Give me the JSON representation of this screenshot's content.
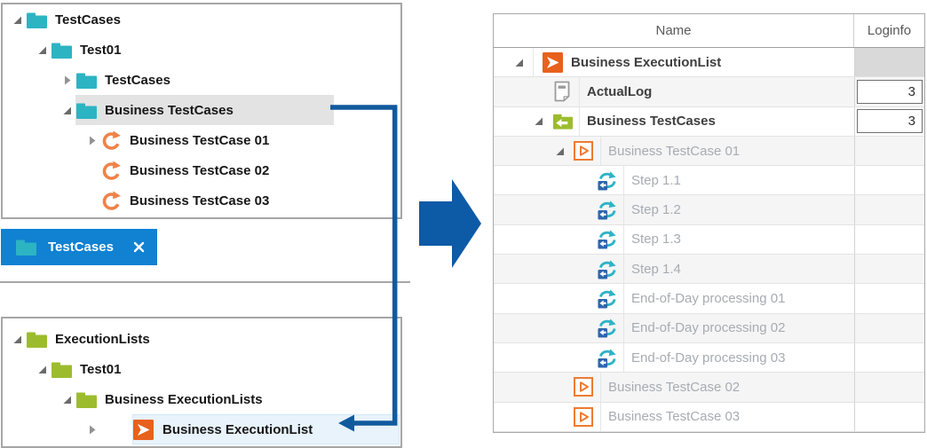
{
  "colors": {
    "folder_teal": "#2cb4c3",
    "folder_green": "#9cbc2e",
    "executionlist_orange": "#e8611c",
    "testcase_outline_orange": "#ee7b31",
    "step_teal": "#2fb3c7",
    "step_blue": "#2b66ad",
    "tab_blue": "#1181d2",
    "annotation_blue": "#115a9e",
    "selected_gray": "#e3e3e3",
    "selected_lightblue": "#e8f3fb",
    "grayed_text": "#a6acb2"
  },
  "left_top_tree": {
    "items": [
      {
        "label": "TestCases",
        "depth": 0,
        "icon": "folder-teal",
        "expander": "expanded",
        "highlight": ""
      },
      {
        "label": "Test01",
        "depth": 1,
        "icon": "folder-teal",
        "expander": "expanded",
        "highlight": ""
      },
      {
        "label": "TestCases",
        "depth": 2,
        "icon": "folder-teal",
        "expander": "collapsed",
        "highlight": ""
      },
      {
        "label": "Business TestCases",
        "depth": 2,
        "icon": "folder-teal",
        "expander": "expanded",
        "highlight": "gray"
      },
      {
        "label": "Business TestCase 01",
        "depth": 3,
        "icon": "refresh-orange",
        "expander": "collapsed",
        "highlight": ""
      },
      {
        "label": "Business TestCase 02",
        "depth": 3,
        "icon": "refresh-orange",
        "expander": "none",
        "highlight": ""
      },
      {
        "label": "Business TestCase 03",
        "depth": 3,
        "icon": "refresh-orange",
        "expander": "none",
        "highlight": ""
      }
    ]
  },
  "dock_tab": {
    "label": "TestCases"
  },
  "left_bottom_tree": {
    "items": [
      {
        "label": "ExecutionLists",
        "depth": 0,
        "icon": "folder-green",
        "expander": "expanded",
        "highlight": ""
      },
      {
        "label": "Test01",
        "depth": 1,
        "icon": "folder-green",
        "expander": "expanded",
        "highlight": ""
      },
      {
        "label": "Business ExecutionLists",
        "depth": 2,
        "icon": "folder-green",
        "expander": "expanded",
        "highlight": ""
      },
      {
        "label": "Business ExecutionList",
        "depth": 3,
        "icon": "executionlist-orange",
        "expander": "collapsed",
        "highlight": "blue"
      }
    ]
  },
  "grid": {
    "columns": [
      "Name",
      "Loginfo"
    ],
    "rows": [
      {
        "name": "Business ExecutionList",
        "icon": "executionlist-orange",
        "expander": "expanded",
        "indent": 0,
        "gray": false,
        "loginfo": "",
        "loginfo_style": "disabled"
      },
      {
        "name": "ActualLog",
        "icon": "log-document",
        "expander": "none",
        "indent": 1,
        "gray": false,
        "loginfo": "3",
        "loginfo_style": "box"
      },
      {
        "name": "Business TestCases",
        "icon": "folder-green-arrow",
        "expander": "expanded",
        "indent": 1,
        "gray": false,
        "loginfo": "3",
        "loginfo_style": "box"
      },
      {
        "name": "Business TestCase 01",
        "icon": "testcase-outline",
        "expander": "expanded",
        "indent": 2,
        "gray": true,
        "loginfo": "",
        "loginfo_style": "empty"
      },
      {
        "name": "Step 1.1",
        "icon": "step-rerun",
        "expander": "none",
        "indent": 3,
        "gray": true,
        "loginfo": "",
        "loginfo_style": "empty"
      },
      {
        "name": "Step 1.2",
        "icon": "step-rerun",
        "expander": "none",
        "indent": 3,
        "gray": true,
        "loginfo": "",
        "loginfo_style": "empty"
      },
      {
        "name": "Step 1.3",
        "icon": "step-rerun",
        "expander": "none",
        "indent": 3,
        "gray": true,
        "loginfo": "",
        "loginfo_style": "empty"
      },
      {
        "name": "Step 1.4",
        "icon": "step-rerun",
        "expander": "none",
        "indent": 3,
        "gray": true,
        "loginfo": "",
        "loginfo_style": "empty"
      },
      {
        "name": "End-of-Day processing 01",
        "icon": "step-rerun",
        "expander": "none",
        "indent": 3,
        "gray": true,
        "loginfo": "",
        "loginfo_style": "empty"
      },
      {
        "name": "End-of-Day processing 02",
        "icon": "step-rerun",
        "expander": "none",
        "indent": 3,
        "gray": true,
        "loginfo": "",
        "loginfo_style": "empty"
      },
      {
        "name": "End-of-Day processing 03",
        "icon": "step-rerun",
        "expander": "none",
        "indent": 3,
        "gray": true,
        "loginfo": "",
        "loginfo_style": "empty"
      },
      {
        "name": "Business TestCase 02",
        "icon": "testcase-outline",
        "expander": "none",
        "indent": 2,
        "gray": true,
        "loginfo": "",
        "loginfo_style": "empty"
      },
      {
        "name": "Business TestCase 03",
        "icon": "testcase-outline",
        "expander": "none",
        "indent": 2,
        "gray": true,
        "loginfo": "",
        "loginfo_style": "empty"
      }
    ]
  }
}
